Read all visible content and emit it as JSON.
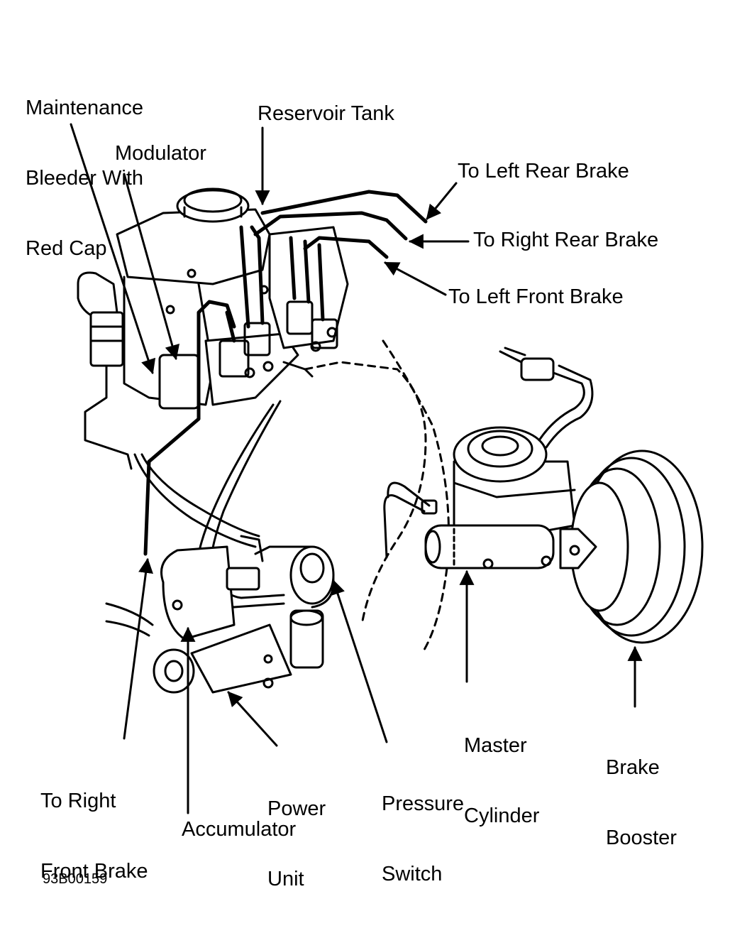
{
  "labels": {
    "maintenance_bleeder_line1": "Maintenance",
    "maintenance_bleeder_line2": "Bleeder With",
    "maintenance_bleeder_line3": "Red Cap",
    "modulator": "Modulator",
    "reservoir_tank": "Reservoir Tank",
    "to_left_rear_brake": "To Left Rear Brake",
    "to_right_rear_brake": "To Right Rear Brake",
    "to_left_front_brake": "To Left Front Brake",
    "to_right_front_brake_line1": "To Right",
    "to_right_front_brake_line2": "Front Brake",
    "power_unit_line1": "Power",
    "power_unit_line2": "Unit",
    "accumulator": "Accumulator",
    "pressure_switch_line1": "Pressure",
    "pressure_switch_line2": "Switch",
    "master_cylinder_line1": "Master",
    "master_cylinder_line2": "Cylinder",
    "brake_booster_line1": "Brake",
    "brake_booster_line2": "Booster"
  },
  "figure_code": "93B00159"
}
